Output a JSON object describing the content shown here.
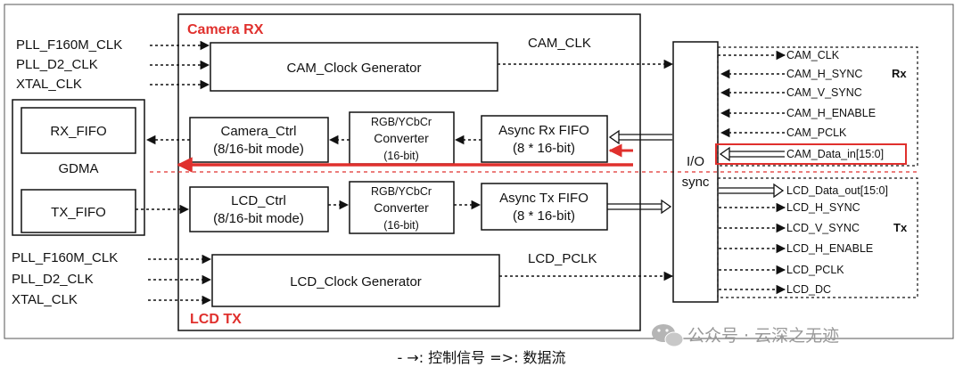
{
  "left_inputs_top": [
    "PLL_F160M_CLK",
    "PLL_D2_CLK",
    "XTAL_CLK"
  ],
  "left_inputs_bottom": [
    "PLL_F160M_CLK",
    "PLL_D2_CLK",
    "XTAL_CLK"
  ],
  "gdma": {
    "title": "GDMA",
    "rx_fifo": "RX_FIFO",
    "tx_fifo": "TX_FIFO"
  },
  "camera_rx": {
    "title": "Camera RX",
    "cam_clk_label": "CAM_CLK",
    "clock_generator": "CAM_Clock Generator",
    "ctrl_line1": "Camera_Ctrl",
    "ctrl_line2": "(8/16-bit mode)",
    "conv_line1": "RGB/YCbCr",
    "conv_line2": "Converter",
    "conv_line3": "(16-bit)",
    "fifo_line1": "Async Rx FIFO",
    "fifo_line2": "(8 * 16-bit)"
  },
  "lcd_tx": {
    "title": "LCD TX",
    "pclk_label": "LCD_PCLK",
    "clock_generator": "LCD_Clock Generator",
    "ctrl_line1": "LCD_Ctrl",
    "ctrl_line2": "(8/16-bit mode)",
    "conv_line1": "RGB/YCbCr",
    "conv_line2": "Converter",
    "conv_line3": "(16-bit)",
    "fifo_line1": "Async Tx FIFO",
    "fifo_line2": "(8 * 16-bit)"
  },
  "io_sync": {
    "line1": "I/O",
    "line2": "sync"
  },
  "rx_signals": [
    "CAM_CLK",
    "CAM_H_SYNC",
    "CAM_V_SYNC",
    "CAM_H_ENABLE",
    "CAM_PCLK",
    "CAM_Data_in[15:0]"
  ],
  "rx_label": "Rx",
  "tx_signals": [
    "LCD_Data_out[15:0]",
    "LCD_H_SYNC",
    "LCD_V_SYNC",
    "LCD_H_ENABLE",
    "LCD_PCLK",
    "LCD_DC"
  ],
  "tx_label": "Tx",
  "watermark": "公众号 · 云深之无迹",
  "legend_caption": "- →: 控制信号 =>: 数据流",
  "colors": {
    "highlight_red": "#e0302d",
    "line": "#111111"
  }
}
